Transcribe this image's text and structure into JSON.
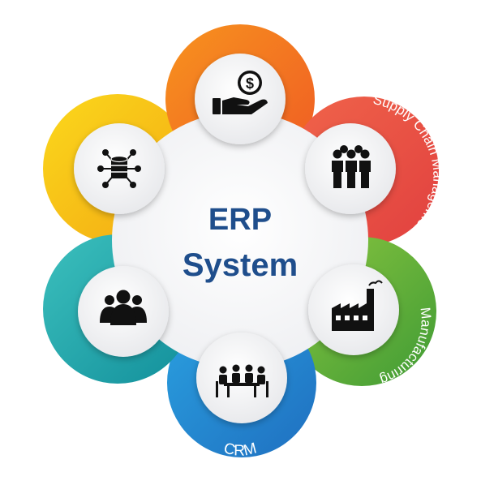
{
  "center": {
    "line1": "ERP",
    "line2": "System",
    "color": "#1f4e8c"
  },
  "modules": [
    {
      "label": "Financial",
      "icon": "money-hand-icon",
      "color": "#f26a21"
    },
    {
      "label": "Supply Chain Management",
      "icon": "team-group-icon",
      "color": "#e94b46"
    },
    {
      "label": "Manufacturing",
      "icon": "factory-icon",
      "color": "#5cb230"
    },
    {
      "label": "CRM",
      "icon": "meeting-table-icon",
      "color": "#2f8fd6"
    },
    {
      "label": "Human Resource",
      "icon": "people-group-icon",
      "color": "#17a7a9"
    },
    {
      "label": "Data Warehouse",
      "icon": "network-database-icon",
      "color": "#f5c40d"
    }
  ]
}
